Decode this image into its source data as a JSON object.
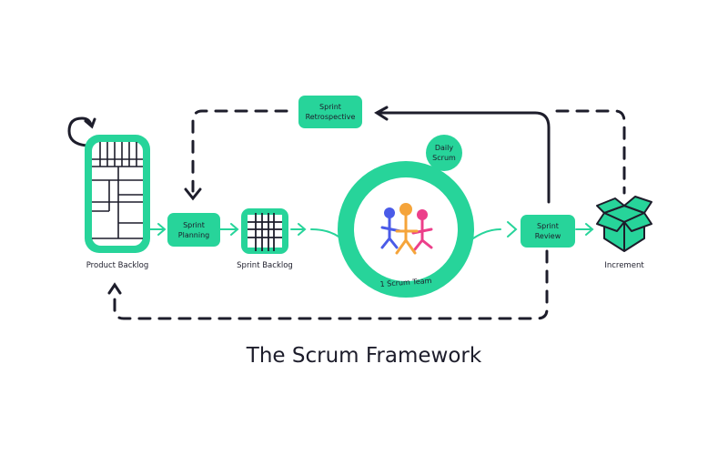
{
  "title": "The Scrum Framework",
  "colors": {
    "accent": "#27d49a",
    "ink": "#1d1d2b",
    "person_blue": "#4a5be8",
    "person_orange": "#f5a43a",
    "person_pink": "#ec3f8a"
  },
  "nodes": {
    "product_backlog": {
      "label": "Product Backlog",
      "icon": "grid-list-icon"
    },
    "sprint_planning": {
      "line1": "Sprint",
      "line2": "Planning"
    },
    "sprint_backlog": {
      "label": "Sprint Backlog",
      "icon": "grid-icon"
    },
    "daily_scrum": {
      "line1": "Daily",
      "line2": "Scrum"
    },
    "scrum_team": {
      "label": "1 Scrum Team",
      "icon": "people-icon"
    },
    "sprint_review": {
      "line1": "Sprint",
      "line2": "Review"
    },
    "sprint_retrospective": {
      "line1": "Sprint",
      "line2": "Retrospective"
    },
    "increment": {
      "label": "Increment",
      "icon": "box-icon"
    }
  }
}
